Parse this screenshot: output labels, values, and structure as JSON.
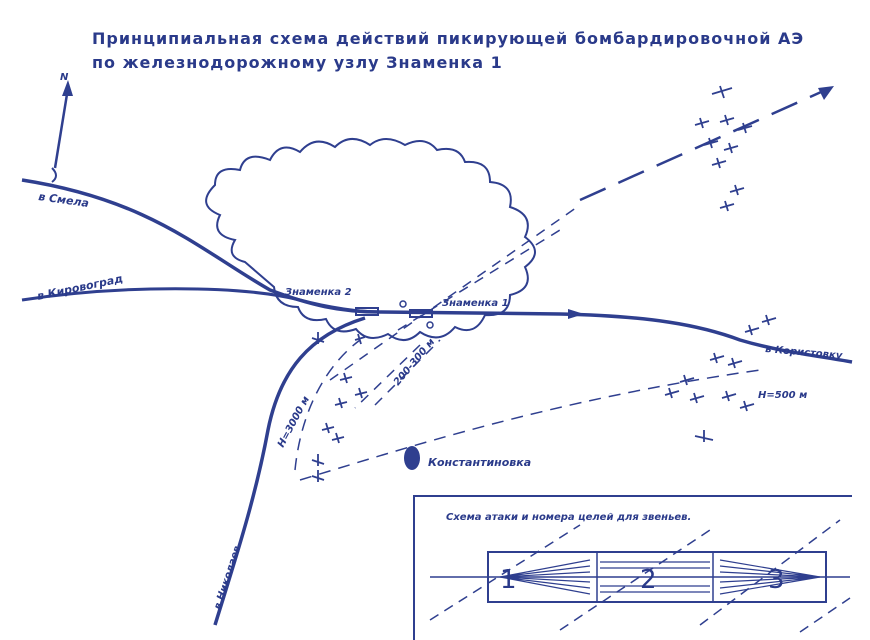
{
  "title": {
    "line1": "Принципиальная схема действий пикирующей бомбардировочной АЭ",
    "line2": "по железнодорожному узлу Знаменка 1"
  },
  "north": "N",
  "labels": {
    "smela": "в Смела",
    "kirovograd": "в Кировоград",
    "znamenka2": "Знаменка 2",
    "znamenka1": "Знаменка 1",
    "korystovka": "в Користовку",
    "nikolaev": "в Николаев",
    "konstantinovka": "Константиновка",
    "h3000": "Н=3000 м",
    "h500": "Н=500 м",
    "dist": "200-300 м"
  },
  "inset": {
    "title": "Схема атаки и номера целей для звеньев.",
    "targets": [
      "1",
      "2",
      "3"
    ]
  },
  "colors": {
    "ink": "#2f3f8f"
  }
}
